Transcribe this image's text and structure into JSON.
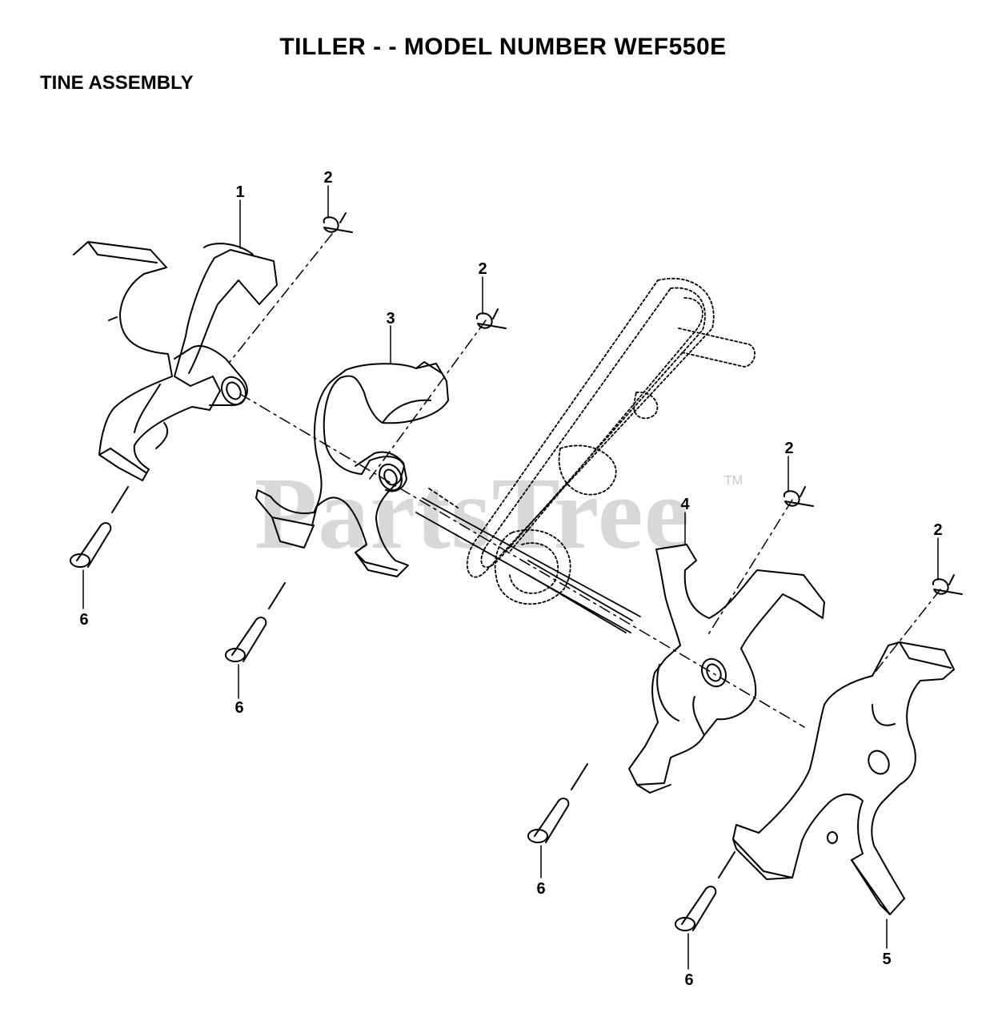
{
  "header": {
    "title": "TILLER - - MODEL NUMBER WEF550E",
    "subtitle": "TINE ASSEMBLY"
  },
  "watermark": {
    "text": "PartsTree",
    "tm": "TM"
  },
  "callouts": {
    "c1": "1",
    "c2a": "2",
    "c2b": "2",
    "c2c": "2",
    "c2d": "2",
    "c3": "3",
    "c4": "4",
    "c5": "5",
    "c6a": "6",
    "c6b": "6",
    "c6c": "6",
    "c6d": "6"
  },
  "colors": {
    "line": "#000000",
    "watermark": "#d8d8d8",
    "background": "#ffffff"
  }
}
